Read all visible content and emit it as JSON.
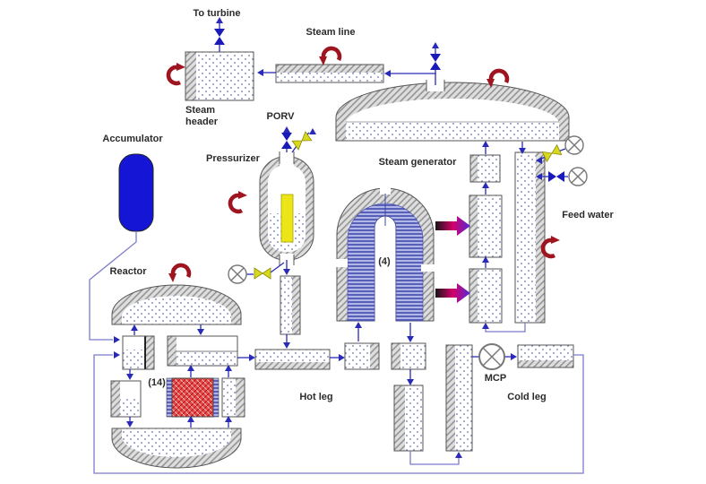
{
  "labels": {
    "to_turbine": "To turbine",
    "steam_line": "Steam line",
    "steam_header_line1": "Steam",
    "steam_header_line2": "header",
    "porv": "PORV",
    "accumulator": "Accumulator",
    "pressurizer": "Pressurizer",
    "steam_generator": "Steam generator",
    "feed_water": "Feed water",
    "reactor": "Reactor",
    "sg_tube_count": "(4)",
    "reactor_channel_count": "(14)",
    "hot_leg": "Hot leg",
    "mcp": "MCP",
    "cold_leg": "Cold leg"
  },
  "colors": {
    "flow_line": "#2a2ab8",
    "loop_line": "#7b7bcc",
    "red_arrow": "#9e1520",
    "accumulator": "#1515d6",
    "heater_yellow": "#ece619",
    "valve_blue": "#1a1ab8",
    "valve_yellow": "#d8d820",
    "magenta_arrow_start": "#151515",
    "magenta_arrow_mid": "#d4006a",
    "magenta_arrow_end": "#5528d8"
  }
}
